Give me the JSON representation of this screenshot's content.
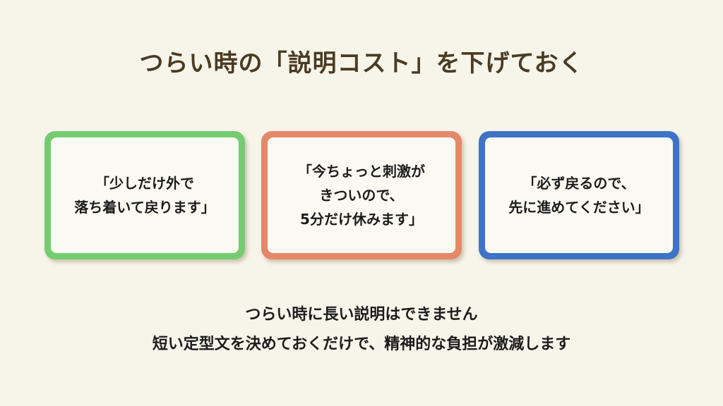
{
  "slide": {
    "title": "つらい時の「説明コスト」を下げておく",
    "cards": [
      {
        "text": "「少しだけ外で\n落ち着いて戻ります」",
        "color": "#74cc70"
      },
      {
        "text": "「今ちょっと刺激が\nきついので、\n5分だけ休みます」",
        "color": "#e5886a"
      },
      {
        "text": "「必ず戻るので、\n先に進めてください」",
        "color": "#3e73c6"
      }
    ],
    "summary": [
      "つらい時に長い説明はできません",
      "短い定型文を決めておくだけで、精神的な負担が激減します"
    ],
    "colors": {
      "background": "#f7f5ea",
      "title": "#4a3b22",
      "card_fill": "#fbfaf2"
    }
  }
}
